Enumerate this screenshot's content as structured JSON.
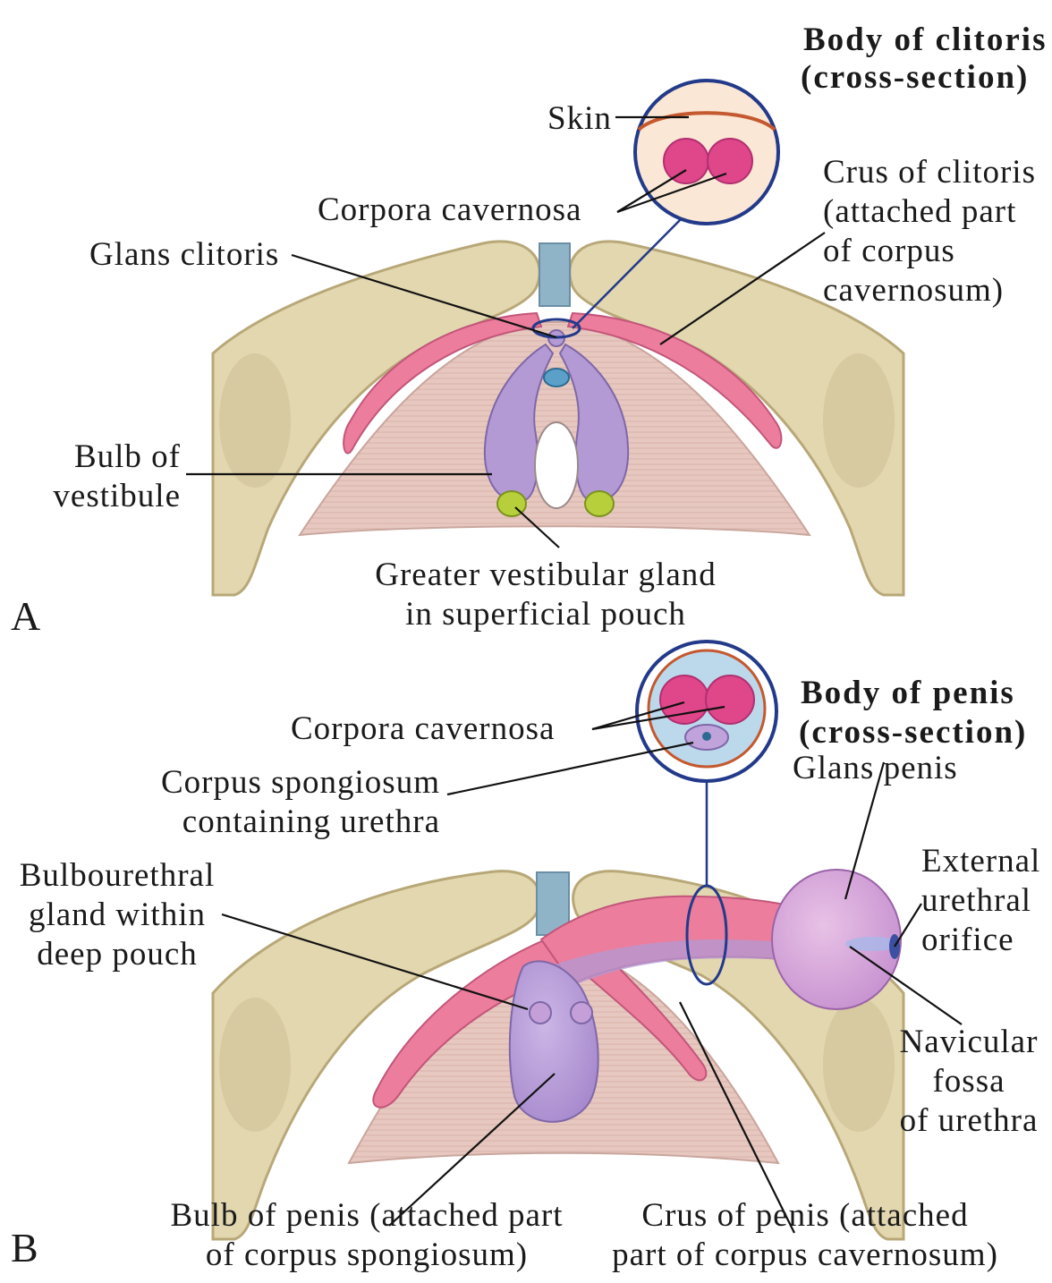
{
  "panel_a": {
    "letter": "A",
    "title_line1": "Body of clitoris",
    "title_line2": "(cross-section)",
    "skin": "Skin",
    "corpora_cavernosa": "Corpora cavernosa",
    "glans_clitoris": "Glans clitoris",
    "crus_line1": "Crus of clitoris",
    "crus_line2": "(attached part",
    "crus_line3": "of corpus",
    "crus_line4": "cavernosum)",
    "bulb_line1": "Bulb of",
    "bulb_line2": "vestibule",
    "gland_line1": "Greater vestibular gland",
    "gland_line2": "in superficial pouch"
  },
  "panel_b": {
    "letter": "B",
    "title_line1": "Body of penis",
    "title_line2": "(cross-section)",
    "corpora_cavernosa": "Corpora cavernosa",
    "spongiosum_line1": "Corpus spongiosum",
    "spongiosum_line2": "containing urethra",
    "glans_penis": "Glans penis",
    "bulbourethral_line1": "Bulbourethral",
    "bulbourethral_line2": "gland within",
    "bulbourethral_line3": "deep pouch",
    "orifice_line1": "External",
    "orifice_line2": "urethral",
    "orifice_line3": "orifice",
    "navicular_line1": "Navicular",
    "navicular_line2": "fossa",
    "navicular_line3": "of urethra",
    "bulb_line1": "Bulb of penis (attached part",
    "bulb_line2": "of corpus spongiosum)",
    "crus_line1": "Crus of penis (attached",
    "crus_line2": "part of corpus cavernosum)"
  },
  "colors": {
    "bone": "#e3d7b0",
    "bone_shadow": "#b8a878",
    "membrane": "#e6c4bb",
    "erectile_pink": "#ec7d9c",
    "bulb_purple": "#b39ad4",
    "gland_green": "#b6cf3a",
    "circle_outline": "#233a8a",
    "leader": "#111111"
  }
}
